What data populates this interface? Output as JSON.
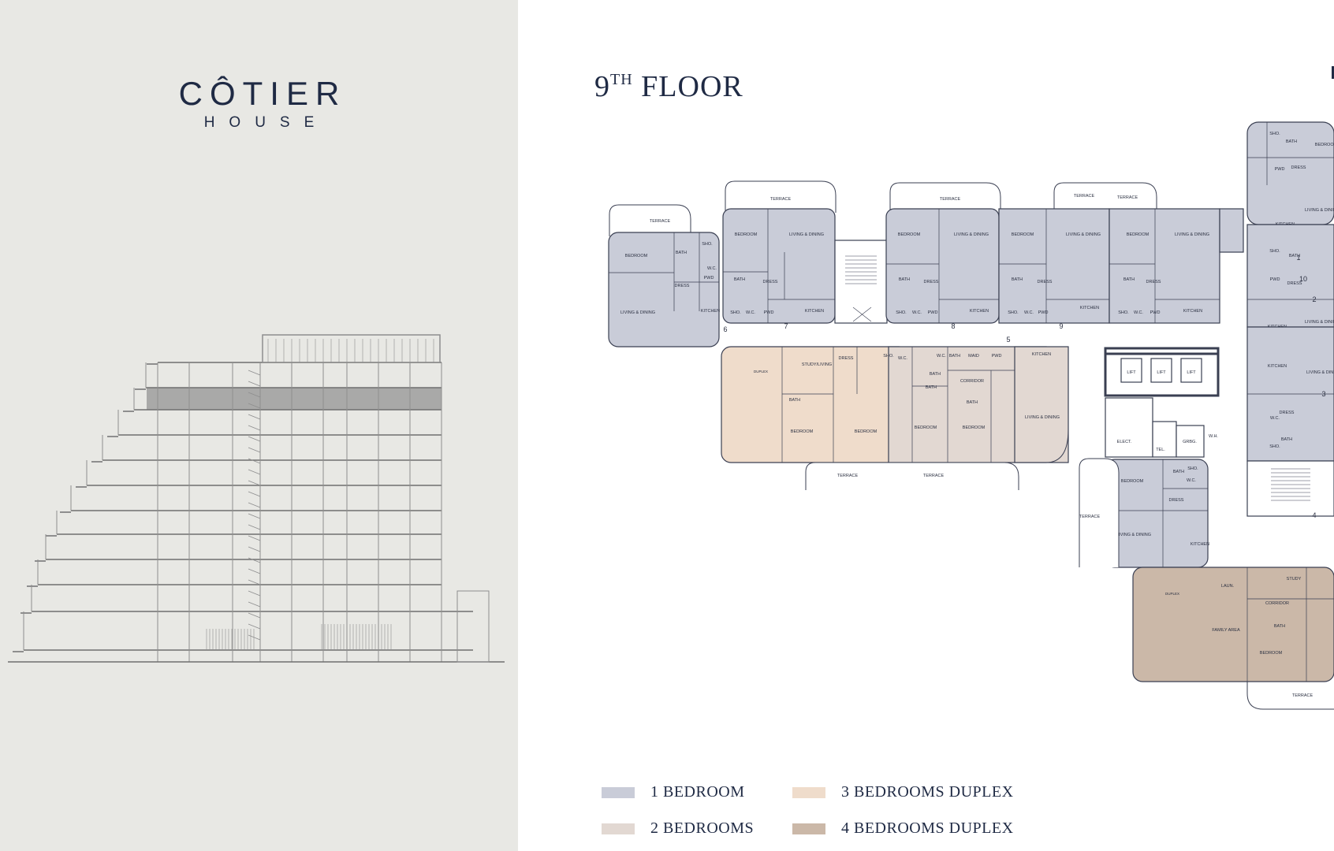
{
  "brand": {
    "name": "CÔTIER",
    "subname": "HOUSE"
  },
  "floor": {
    "number": "9",
    "suffix": "TH",
    "word": "FLOOR"
  },
  "colors": {
    "one_bedroom": "#c9ccd8",
    "two_bedrooms": "#e2d8d2",
    "three_bedrooms_duplex": "#efdccb",
    "four_bedrooms_duplex": "#cbb8a8",
    "highlight_floor": "#9d9d9d",
    "line": "#3a3f52"
  },
  "legend": [
    {
      "label": "1 BEDROOM"
    },
    {
      "label": "2 BEDROOMS"
    },
    {
      "label": "3 BEDROOMS DUPLEX"
    },
    {
      "label": "4 BEDROOMS DUPLEX"
    }
  ],
  "plan": {
    "rooms": [
      "TERRACE",
      "BEDROOM",
      "BATH",
      "SHO.",
      "W.C.",
      "PWD",
      "DRESS",
      "LIVING & DINING",
      "KITCHEN",
      "STUDY/LIVING",
      "DUPLEX",
      "MAID",
      "CORRIDOR",
      "LIFT",
      "ELECT.",
      "TEL.",
      "GRBG.",
      "W.H.",
      "LAUN.",
      "STUDY",
      "FAMILY AREA"
    ],
    "unit_numbers": [
      "1",
      "2",
      "3",
      "4",
      "5",
      "6",
      "7",
      "8",
      "9",
      "10"
    ]
  }
}
